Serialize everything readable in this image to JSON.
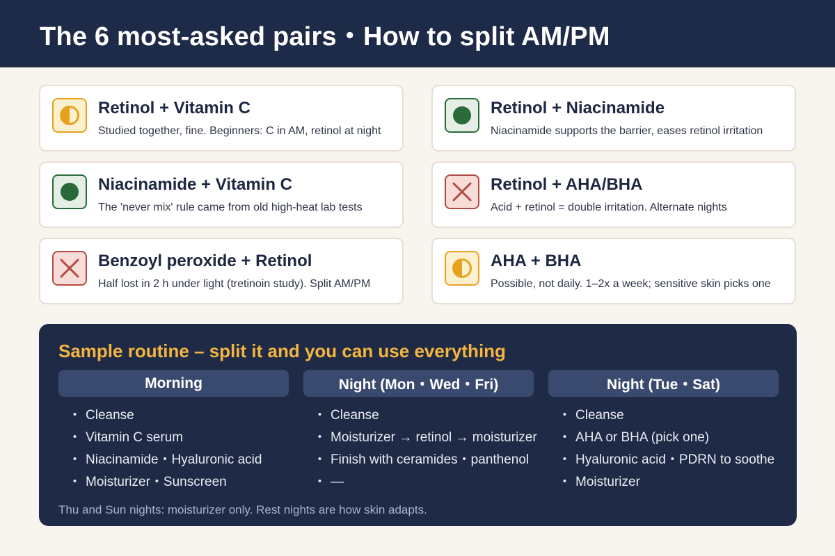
{
  "header": {
    "title": "The 6 most-asked pairs・How to split AM/PM"
  },
  "pairs": [
    {
      "status": "caution",
      "icon": "half-circle-icon",
      "title": "Retinol + Vitamin C",
      "desc": "Studied together, fine. Beginners: C in AM, retinol at night"
    },
    {
      "status": "ok",
      "icon": "filled-circle-icon",
      "title": "Retinol + Niacinamide",
      "desc": "Niacinamide supports the barrier, eases retinol irritation"
    },
    {
      "status": "ok",
      "icon": "filled-circle-icon",
      "title": "Niacinamide + Vitamin C",
      "desc": "The 'never mix' rule came from old high-heat lab tests"
    },
    {
      "status": "avoid",
      "icon": "cross-icon",
      "title": "Retinol + AHA/BHA",
      "desc": "Acid + retinol = double irritation. Alternate nights"
    },
    {
      "status": "avoid",
      "icon": "cross-icon",
      "title": "Benzoyl peroxide + Retinol",
      "desc": "Half lost in 2 h under light (tretinoin study). Split AM/PM"
    },
    {
      "status": "caution",
      "icon": "half-circle-icon",
      "title": "AHA + BHA",
      "desc": "Possible, not daily. 1–2x a week; sensitive skin picks one"
    }
  ],
  "colors": {
    "header_bg": "#1d2a48",
    "caution": "#e6a21f",
    "ok": "#2a6a3a",
    "avoid": "#b24a44",
    "routine_title": "#f4b63e"
  },
  "routine": {
    "title": "Sample routine – split it and you can use everything",
    "bullet": "・",
    "columns": [
      {
        "heading": "Morning",
        "items": [
          "Cleanse",
          "Vitamin C serum",
          "Niacinamide・Hyaluronic acid",
          "Moisturizer・Sunscreen"
        ]
      },
      {
        "heading": "Night (Mon・Wed・Fri)",
        "items": [
          "Cleanse",
          "Moisturizer → retinol → moisturizer",
          "Finish with ceramides・panthenol",
          "—"
        ]
      },
      {
        "heading": "Night (Tue・Sat)",
        "items": [
          "Cleanse",
          "AHA or BHA (pick one)",
          "Hyaluronic acid・PDRN to soothe",
          "Moisturizer"
        ]
      }
    ],
    "note": "Thu and Sun nights: moisturizer only. Rest nights are how skin adapts."
  }
}
